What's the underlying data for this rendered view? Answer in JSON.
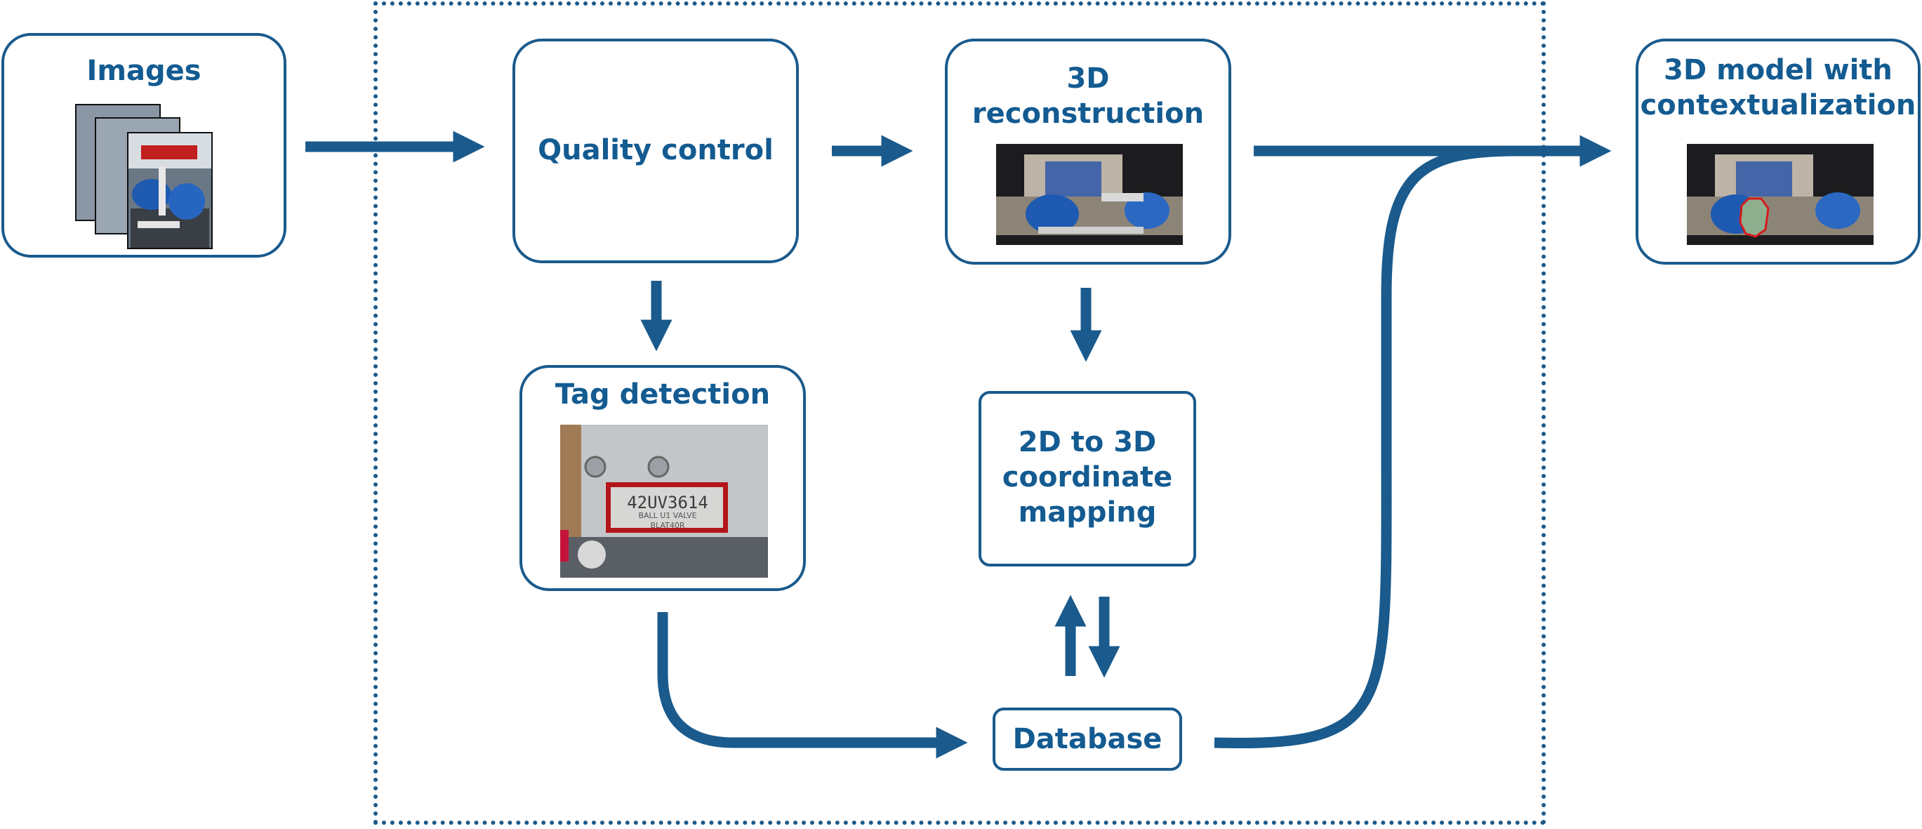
{
  "diagram": {
    "nodes": {
      "images": {
        "label": "Images"
      },
      "quality_control": {
        "label": "Quality control"
      },
      "reconstruction": {
        "label": "3D reconstruction",
        "line1": "3D",
        "line2": "reconstruction"
      },
      "tag_detection": {
        "label": "Tag detection",
        "tag_text": "42UV3614",
        "tag_sub1": "BALL U1 VALVE",
        "tag_sub2": "BLAT40R"
      },
      "mapping": {
        "label": "2D to 3D coordinate mapping",
        "line1": "2D to 3D",
        "line2": "coordinate",
        "line3": "mapping"
      },
      "database": {
        "label": "Database"
      },
      "model": {
        "label": "3D model with contextualization",
        "line1": "3D model with",
        "line2": "contextualization"
      }
    },
    "edges": [
      {
        "from": "images",
        "to": "quality_control"
      },
      {
        "from": "quality_control",
        "to": "reconstruction"
      },
      {
        "from": "quality_control",
        "to": "tag_detection"
      },
      {
        "from": "reconstruction",
        "to": "mapping"
      },
      {
        "from": "mapping",
        "to": "database"
      },
      {
        "from": "database",
        "to": "mapping"
      },
      {
        "from": "tag_detection",
        "to": "database"
      },
      {
        "from": "reconstruction",
        "to": "model"
      },
      {
        "from": "database",
        "to": "model"
      }
    ],
    "colors": {
      "primary": "#1a5a8c",
      "text": "#135b91",
      "highlight": "#b3161a"
    }
  }
}
